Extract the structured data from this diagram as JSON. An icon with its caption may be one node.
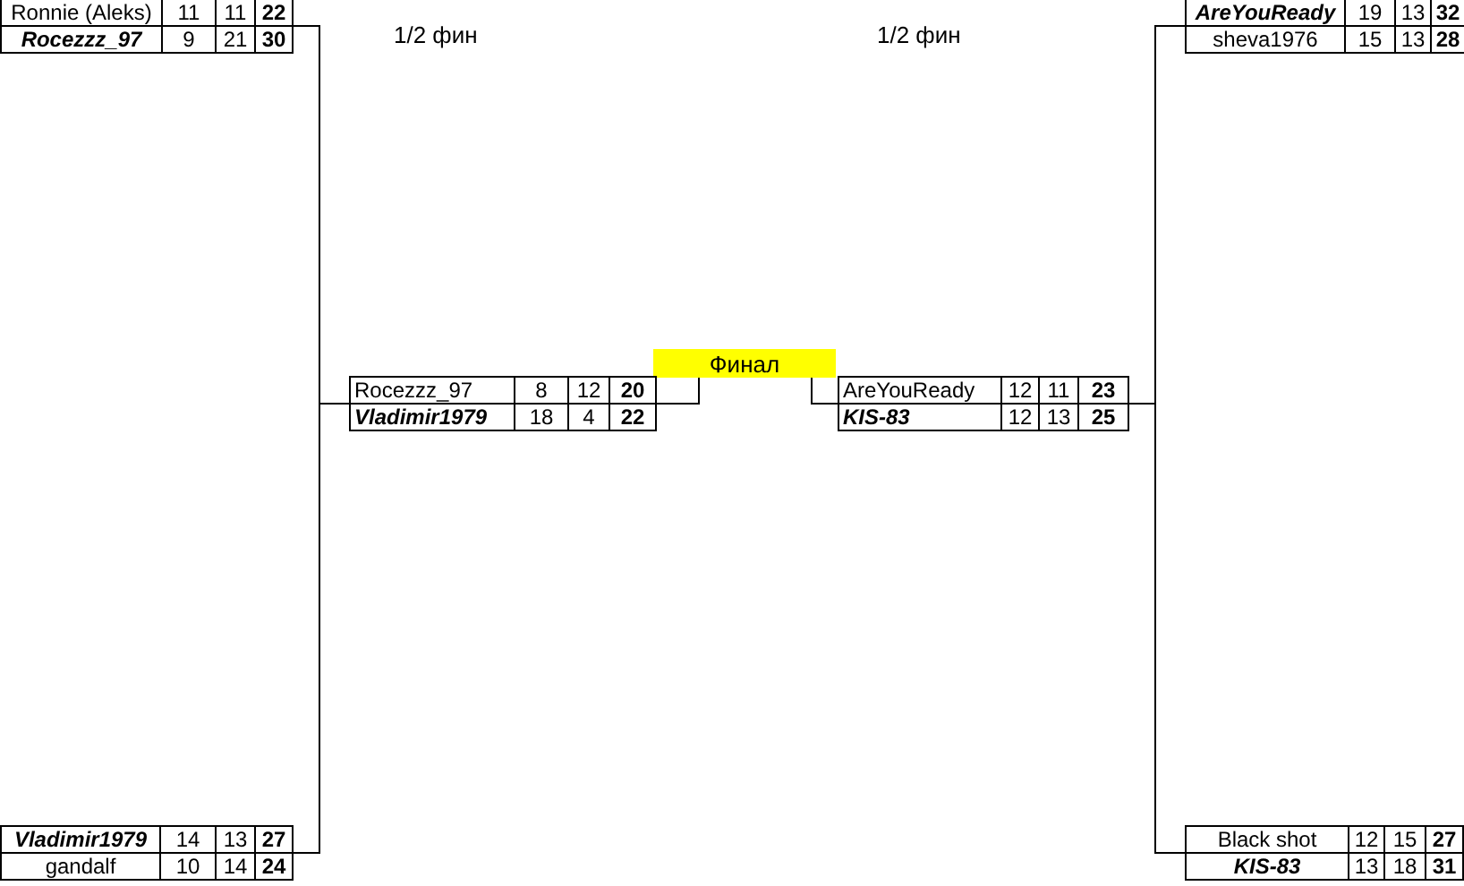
{
  "diagram": {
    "nodes": [
      {
        "text": [
          "Ronnie (Aleks)",
          "11",
          "11",
          "22",
          "Rocezzz_97",
          "9",
          "21",
          "30"
        ]
      },
      {
        "text": [
          "AreYouReady",
          "19",
          "13",
          "32",
          "sheva1976",
          "15",
          "13",
          "28"
        ]
      },
      {
        "text": [
          "Финал"
        ]
      },
      {
        "text": [
          "Rocezzz_97",
          "8",
          "12",
          "20",
          "Vladimir1979",
          "18",
          "4",
          "22"
        ]
      },
      {
        "text": [
          "AreYouReady",
          "12",
          "11",
          "23",
          "KIS-83",
          "12",
          "13",
          "25"
        ]
      },
      {
        "text": [
          "Vladimir1979",
          "14",
          "13",
          "27",
          "gandalf",
          "10",
          "14",
          "24"
        ]
      },
      {
        "text": [
          "Black shot",
          "12",
          "15",
          "27",
          "KIS-83",
          "13",
          "18",
          "31"
        ]
      }
    ],
    "edges": [
      {
        "from": 0,
        "to": 3,
        "arrow": "none"
      },
      {
        "from": 1,
        "to": 4,
        "arrow": "none"
      },
      {
        "from": 3,
        "to": 2,
        "arrow": "none"
      },
      {
        "from": 4,
        "to": 2,
        "arrow": "none"
      },
      {
        "from": 5,
        "to": 3,
        "arrow": "none"
      },
      {
        "from": 6,
        "to": 4,
        "arrow": "none"
      }
    ],
    "labels": [
      "1/2 фин",
      "1/2 фин"
    ]
  }
}
